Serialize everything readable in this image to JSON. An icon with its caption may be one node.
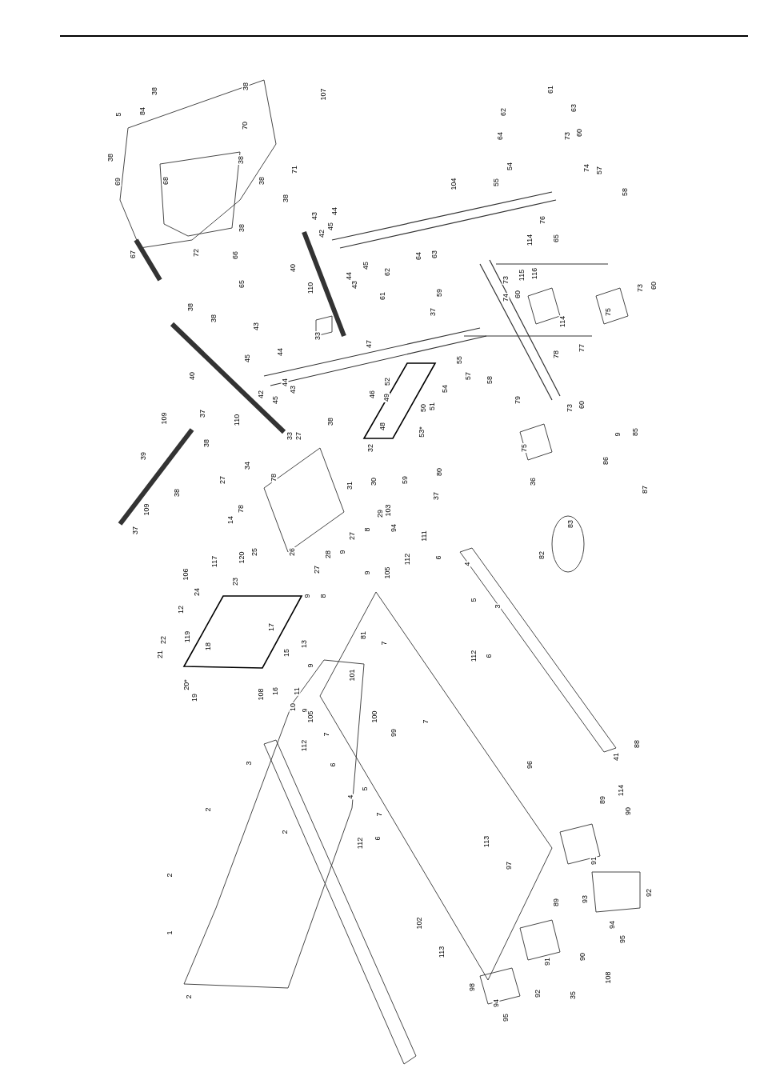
{
  "diagram": {
    "labels": [
      "38",
      "5",
      "84",
      "38",
      "70",
      "107",
      "38",
      "69",
      "68",
      "38",
      "38",
      "38",
      "67",
      "72",
      "66",
      "65",
      "38",
      "43",
      "44",
      "45",
      "42",
      "71",
      "40",
      "110",
      "104",
      "55",
      "54",
      "64",
      "62",
      "61",
      "63",
      "73",
      "60",
      "74",
      "57",
      "58",
      "76",
      "65",
      "114",
      "115",
      "116",
      "73",
      "60",
      "74",
      "43",
      "44",
      "45",
      "62",
      "64",
      "63",
      "61",
      "59",
      "37",
      "33",
      "47",
      "43",
      "44",
      "45",
      "38",
      "38",
      "40",
      "42",
      "45",
      "44",
      "43",
      "46",
      "110",
      "37",
      "109",
      "38",
      "39",
      "38",
      "109",
      "37",
      "33",
      "34",
      "27",
      "78",
      "27",
      "38",
      "32",
      "52",
      "49",
      "51",
      "50",
      "53*",
      "48",
      "54",
      "55",
      "57",
      "58",
      "79",
      "75",
      "73",
      "60",
      "78",
      "114",
      "77",
      "75",
      "73",
      "60",
      "9",
      "85",
      "86",
      "87",
      "36",
      "83",
      "82",
      "80",
      "59",
      "37",
      "30",
      "31",
      "29",
      "103",
      "94",
      "111",
      "112",
      "6",
      "4",
      "5",
      "3",
      "14",
      "78",
      "26",
      "25",
      "120",
      "117",
      "106",
      "23",
      "24",
      "12",
      "28",
      "27",
      "9",
      "27",
      "8",
      "9",
      "105",
      "8",
      "9",
      "17",
      "119",
      "18",
      "22",
      "21",
      "13",
      "15",
      "20*",
      "19",
      "108",
      "16",
      "9",
      "11",
      "10",
      "9",
      "105",
      "81",
      "7",
      "112",
      "6",
      "101",
      "100",
      "99",
      "7",
      "7",
      "112",
      "3",
      "6",
      "96",
      "4",
      "5",
      "7",
      "112",
      "6",
      "113",
      "2",
      "2",
      "41",
      "88",
      "114",
      "89",
      "90",
      "91",
      "97",
      "2",
      "92",
      "93",
      "89",
      "102",
      "94",
      "1",
      "95",
      "113",
      "90",
      "91",
      "108",
      "98",
      "92",
      "35",
      "2",
      "94",
      "95"
    ]
  }
}
